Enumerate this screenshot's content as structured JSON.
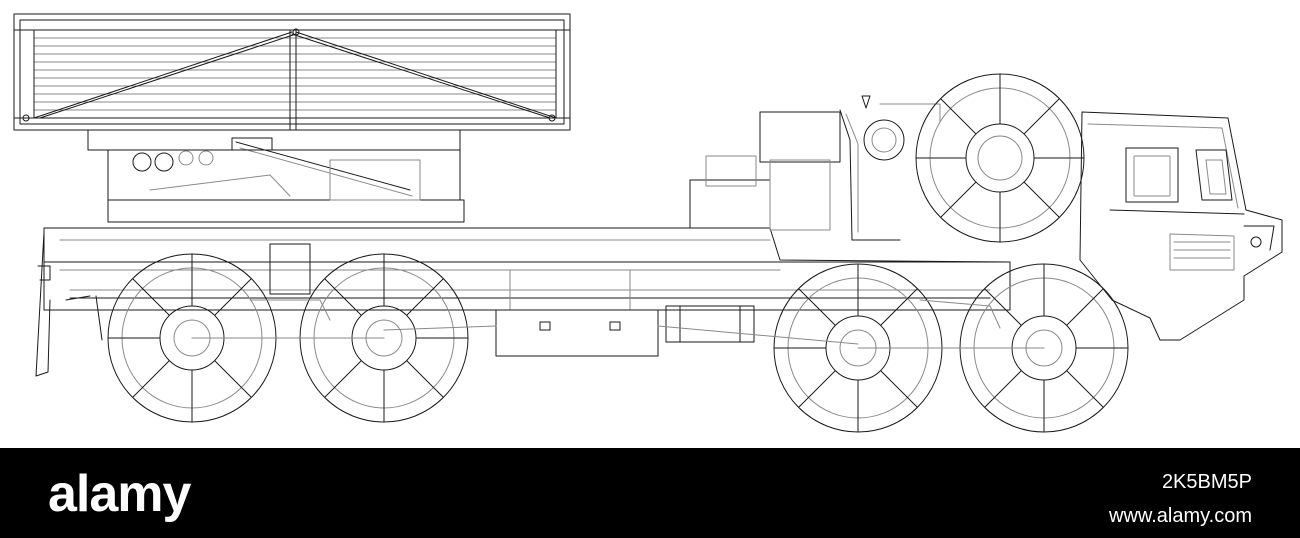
{
  "colors": {
    "background": "#ffffff",
    "line": "#1a1a1a",
    "line_faint": "#8a8a8a",
    "footer": "#000000",
    "footer_text": "#ffffff"
  },
  "footer": {
    "logo": "alamy",
    "image_id": "2K5BM5P",
    "url": "www.alamy.com"
  }
}
